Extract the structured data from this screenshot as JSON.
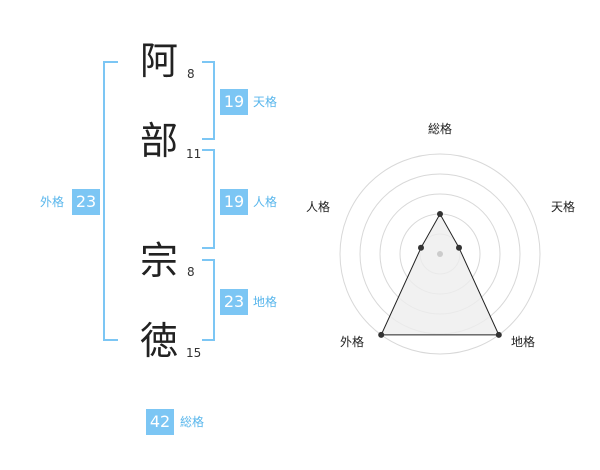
{
  "name": {
    "characters": [
      {
        "char": "阿",
        "strokes": "8"
      },
      {
        "char": "部",
        "strokes": "11"
      },
      {
        "char": "宗",
        "strokes": "8"
      },
      {
        "char": "徳",
        "strokes": "15"
      }
    ]
  },
  "fortune": {
    "tenkaku": {
      "value": "19",
      "label": "天格"
    },
    "jinkaku": {
      "value": "19",
      "label": "人格"
    },
    "chikaku": {
      "value": "23",
      "label": "地格"
    },
    "gaikaku": {
      "value": "23",
      "label": "外格"
    },
    "soukaku": {
      "value": "42",
      "label": "総格"
    }
  },
  "radar": {
    "axes": [
      "総格",
      "天格",
      "地格",
      "外格",
      "人格"
    ],
    "levels": 5,
    "values": {
      "総格": 2,
      "天格": 1,
      "地格": 5,
      "外格": 5,
      "人格": 1
    },
    "colors": {
      "grid": "#d8d8d8",
      "fill": "#eeeeee",
      "line": "#222222",
      "point": "#333333"
    }
  },
  "colors": {
    "accent": "#7cc6f4",
    "accent_text": "#58b6ec",
    "bracket": "#7cc6f4"
  }
}
